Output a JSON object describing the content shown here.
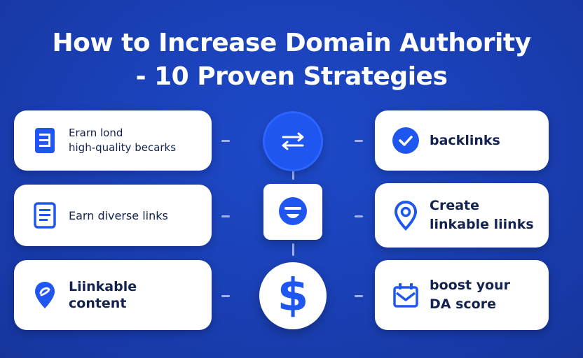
{
  "title": {
    "line1": "How to Increase Domain Authority",
    "line2": "- 10 Proven Strategies"
  },
  "left_cards": [
    {
      "line1": "Erarn lond",
      "line2": "high-quality becarks",
      "icon": "list-document-icon"
    },
    {
      "line1": "Earn diverse links",
      "icon": "document-lines-icon"
    },
    {
      "line1": "Liinkable",
      "line2": "content",
      "icon": "map-pin-icon"
    }
  ],
  "right_cards": [
    {
      "line1": "backlinks",
      "icon": "check-circle-icon"
    },
    {
      "line1": "Create",
      "line2": "linkable liinks",
      "icon": "location-pin-icon"
    },
    {
      "line1": "boost your",
      "line2": "DA score",
      "icon": "calendar-mail-icon"
    }
  ],
  "center_nodes": [
    {
      "icon": "link-arrows-icon"
    },
    {
      "icon": "chat-bubble-icon"
    },
    {
      "symbol": "$",
      "icon": "dollar-icon"
    }
  ],
  "colors": {
    "background": "#1a3fb4",
    "accent": "#1f56f0",
    "card": "#ffffff",
    "text": "#13224f"
  }
}
